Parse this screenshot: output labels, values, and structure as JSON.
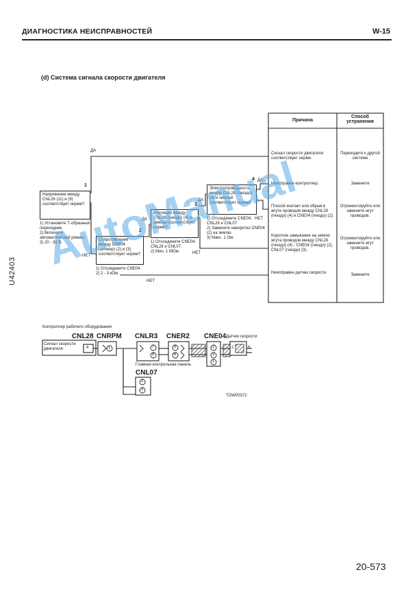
{
  "header": {
    "title": "ДИАГНОСТИКА НЕИСПРАВНОСТЕЙ",
    "page": "W-15"
  },
  "section_title": "(d)  Система сигнала скорости двигателя",
  "side_code": "U42403",
  "table": {
    "col_cause": "Причина",
    "col_remedy": "Способ устранения",
    "rows": [
      {
        "cause": "Сигнал скорости двигателя соответствует норме.",
        "remedy": "Переходите к другой системе"
      },
      {
        "cause": "Неисправен контроллер.",
        "remedy": "Замените"
      },
      {
        "cause": "Плохой контакт или обрыв в жгуте проводов между CNL28 (гнездо) (4) и CNE04 (гнездо) (2).",
        "remedy": "Отремонтируйте или замените жгут проводов."
      },
      {
        "cause": "Короткое замыкание на землю жгута проводов между CNL28 (гнездо) (4) - CNE04 (гнездо) (2), CNL07 (гнездо) (3).",
        "remedy": "Отремонтируйте или замените жгут проводов."
      },
      {
        "cause": "Неисправен датчик скорости",
        "remedy": "Замените"
      }
    ]
  },
  "flow": {
    "yes": "ДА",
    "no": "НЕТ",
    "steps": [
      {
        "num": "1",
        "question": "Напряжение между CNL26 (11) и (9) соответствует норме?",
        "notes": "1) Установите Т-образный переходник.\n2) Включите автоматический режим.\n3) 20 - 30 В."
      },
      {
        "num": "2",
        "question": "Сопротивление между CNE04 (штекер) (2) и (3) соответствует норме?",
        "notes": "1) Отсоедините CNE04.\n2) 2 - 3 кОм."
      },
      {
        "num": "3",
        "question": "Изоляция между CNL28 (гнездо) (4) и землей соответствует норме?",
        "notes": "1) Отсоедините CNE04. CNL28 и CNL07.\n2) Мин. 1 МОм."
      },
      {
        "num": "4",
        "question": "Электропроводность между CNL28 (гнездо) (4) и землей соответствует норме?",
        "notes": "1) Отсоедините CNE04, CNL28 и CNL07.\n2) Замените накоротко CNE04 (2) на землю.\n3) Макс. 1 Ом."
      }
    ]
  },
  "wiring": {
    "controller_label": "Контроллер рабочего оборудования",
    "signal_label": "Сигнал скорости двигателя",
    "sensor_label": "Датчик скорости",
    "panel_label": "Главная контрольная панель",
    "connectors": [
      "CNL28",
      "CNRPM",
      "CNLR3",
      "CNER2",
      "CNE04",
      "CNL07"
    ],
    "pins": {
      "cnl28": "4",
      "cnrpm": "1",
      "cnlr3_a": "7",
      "cnlr3_b": "8",
      "cner2_a": "5",
      "cner2_b": "6",
      "cne04_a": "2",
      "cne04_b": "3",
      "cne04_c": "1",
      "cnl07_a": "2",
      "cnl07_b": "3",
      "sensor_a": "2",
      "sensor_b": "8"
    },
    "drawing_code": "TOW00372"
  },
  "watermark": "AutoManual",
  "footer": {
    "page_number": "20-573"
  }
}
